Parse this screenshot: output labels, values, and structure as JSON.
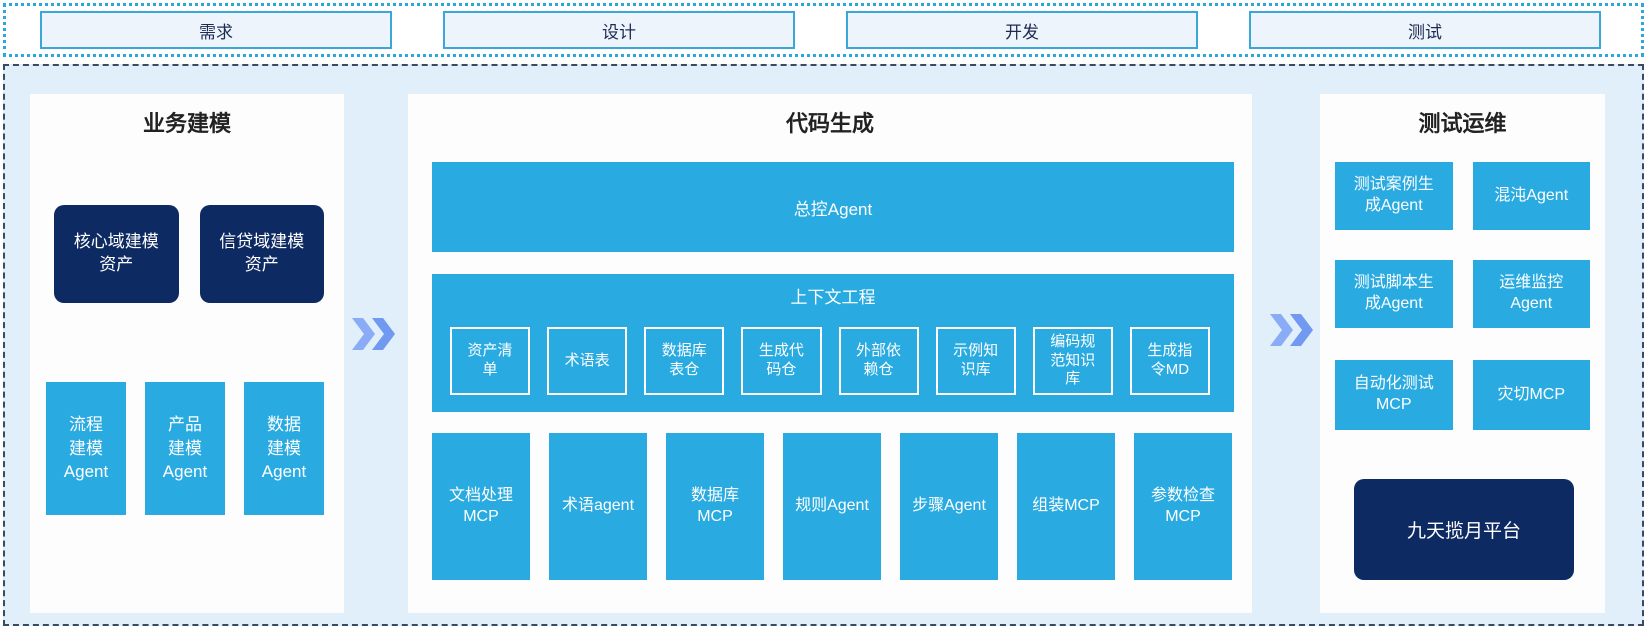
{
  "colors": {
    "cyan": "#29ABE2",
    "navy": "#0E2A63",
    "container_bg": "#E0EFFA",
    "panel_bg": "#FDFDFE",
    "phase_fill": "#EDF4FB",
    "phase_border": "#3BA6D8",
    "dotted_border": "#2AA7DF",
    "dashed_border": "#394A61",
    "arrow_light": "#8AABF6",
    "arrow_dark": "#7299F1"
  },
  "phases": {
    "items": [
      "需求",
      "设计",
      "开发",
      "测试"
    ]
  },
  "business_modeling": {
    "title": "业务建模",
    "assets": [
      "核心域建模\n资产",
      "信贷域建模\n资产"
    ],
    "agents": [
      "流程\n建模\nAgent",
      "产品\n建模\nAgent",
      "数据\n建模\nAgent"
    ]
  },
  "code_generation": {
    "title": "代码生成",
    "master_agent": "总控Agent",
    "context_engineering": {
      "title": "上下文工程",
      "items": [
        "资产清\n单",
        "术语表",
        "数据库\n表仓",
        "生成代\n码仓",
        "外部依\n赖仓",
        "示例知\n识库",
        "编码规\n范知识\n库",
        "生成指\n令MD"
      ]
    },
    "tools": [
      "文档处理\nMCP",
      "术语agent",
      "数据库\nMCP",
      "规则Agent",
      "步骤Agent",
      "组装MCP",
      "参数检查\nMCP"
    ]
  },
  "test_ops": {
    "title": "测试运维",
    "boxes": [
      "测试案例生\n成Agent",
      "混沌Agent",
      "测试脚本生\n成Agent",
      "运维监控\nAgent",
      "自动化测试\nMCP",
      "灾切MCP"
    ],
    "platform": "九天揽月平台"
  }
}
